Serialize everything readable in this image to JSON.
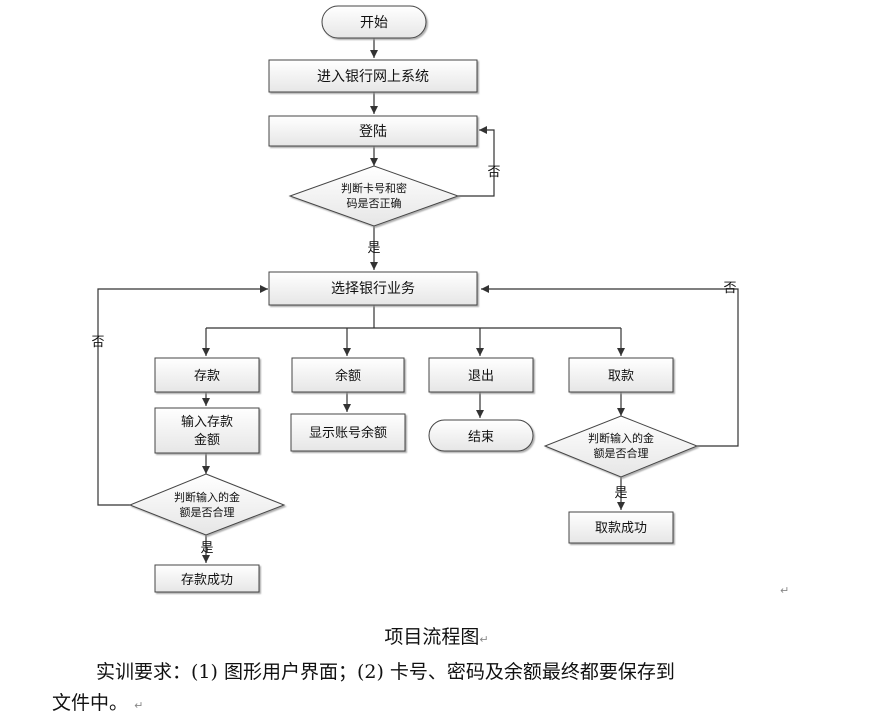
{
  "nodes": {
    "start": "开始",
    "enter_system": "进入银行网上系统",
    "login": "登陆",
    "check_card_l1": "判断卡号和密",
    "check_card_l2": "码是否正确",
    "select_service": "选择银行业务",
    "deposit": "存款",
    "balance": "余额",
    "exit": "退出",
    "withdraw": "取款",
    "input_deposit_l1": "输入存款",
    "input_deposit_l2": "金额",
    "show_balance": "显示账号余额",
    "end": "结束",
    "check_deposit_l1": "判断输入的金",
    "check_deposit_l2": "额是否合理",
    "deposit_success": "存款成功",
    "check_withdraw_l1": "判断输入的金",
    "check_withdraw_l2": "额是否合理",
    "withdraw_success": "取款成功"
  },
  "edge_labels": {
    "login_no": "否",
    "login_yes": "是",
    "withdraw_no": "否",
    "deposit_no": "否",
    "deposit_yes": "是",
    "withdraw_yes": "是"
  },
  "caption": "项目流程图",
  "requirement_line1": "实训要求：(1) 图形用户界面；(2) 卡号、密码及余额最终都要保存到",
  "requirement_line2": "文件中。",
  "paragraph_mark": "↵"
}
